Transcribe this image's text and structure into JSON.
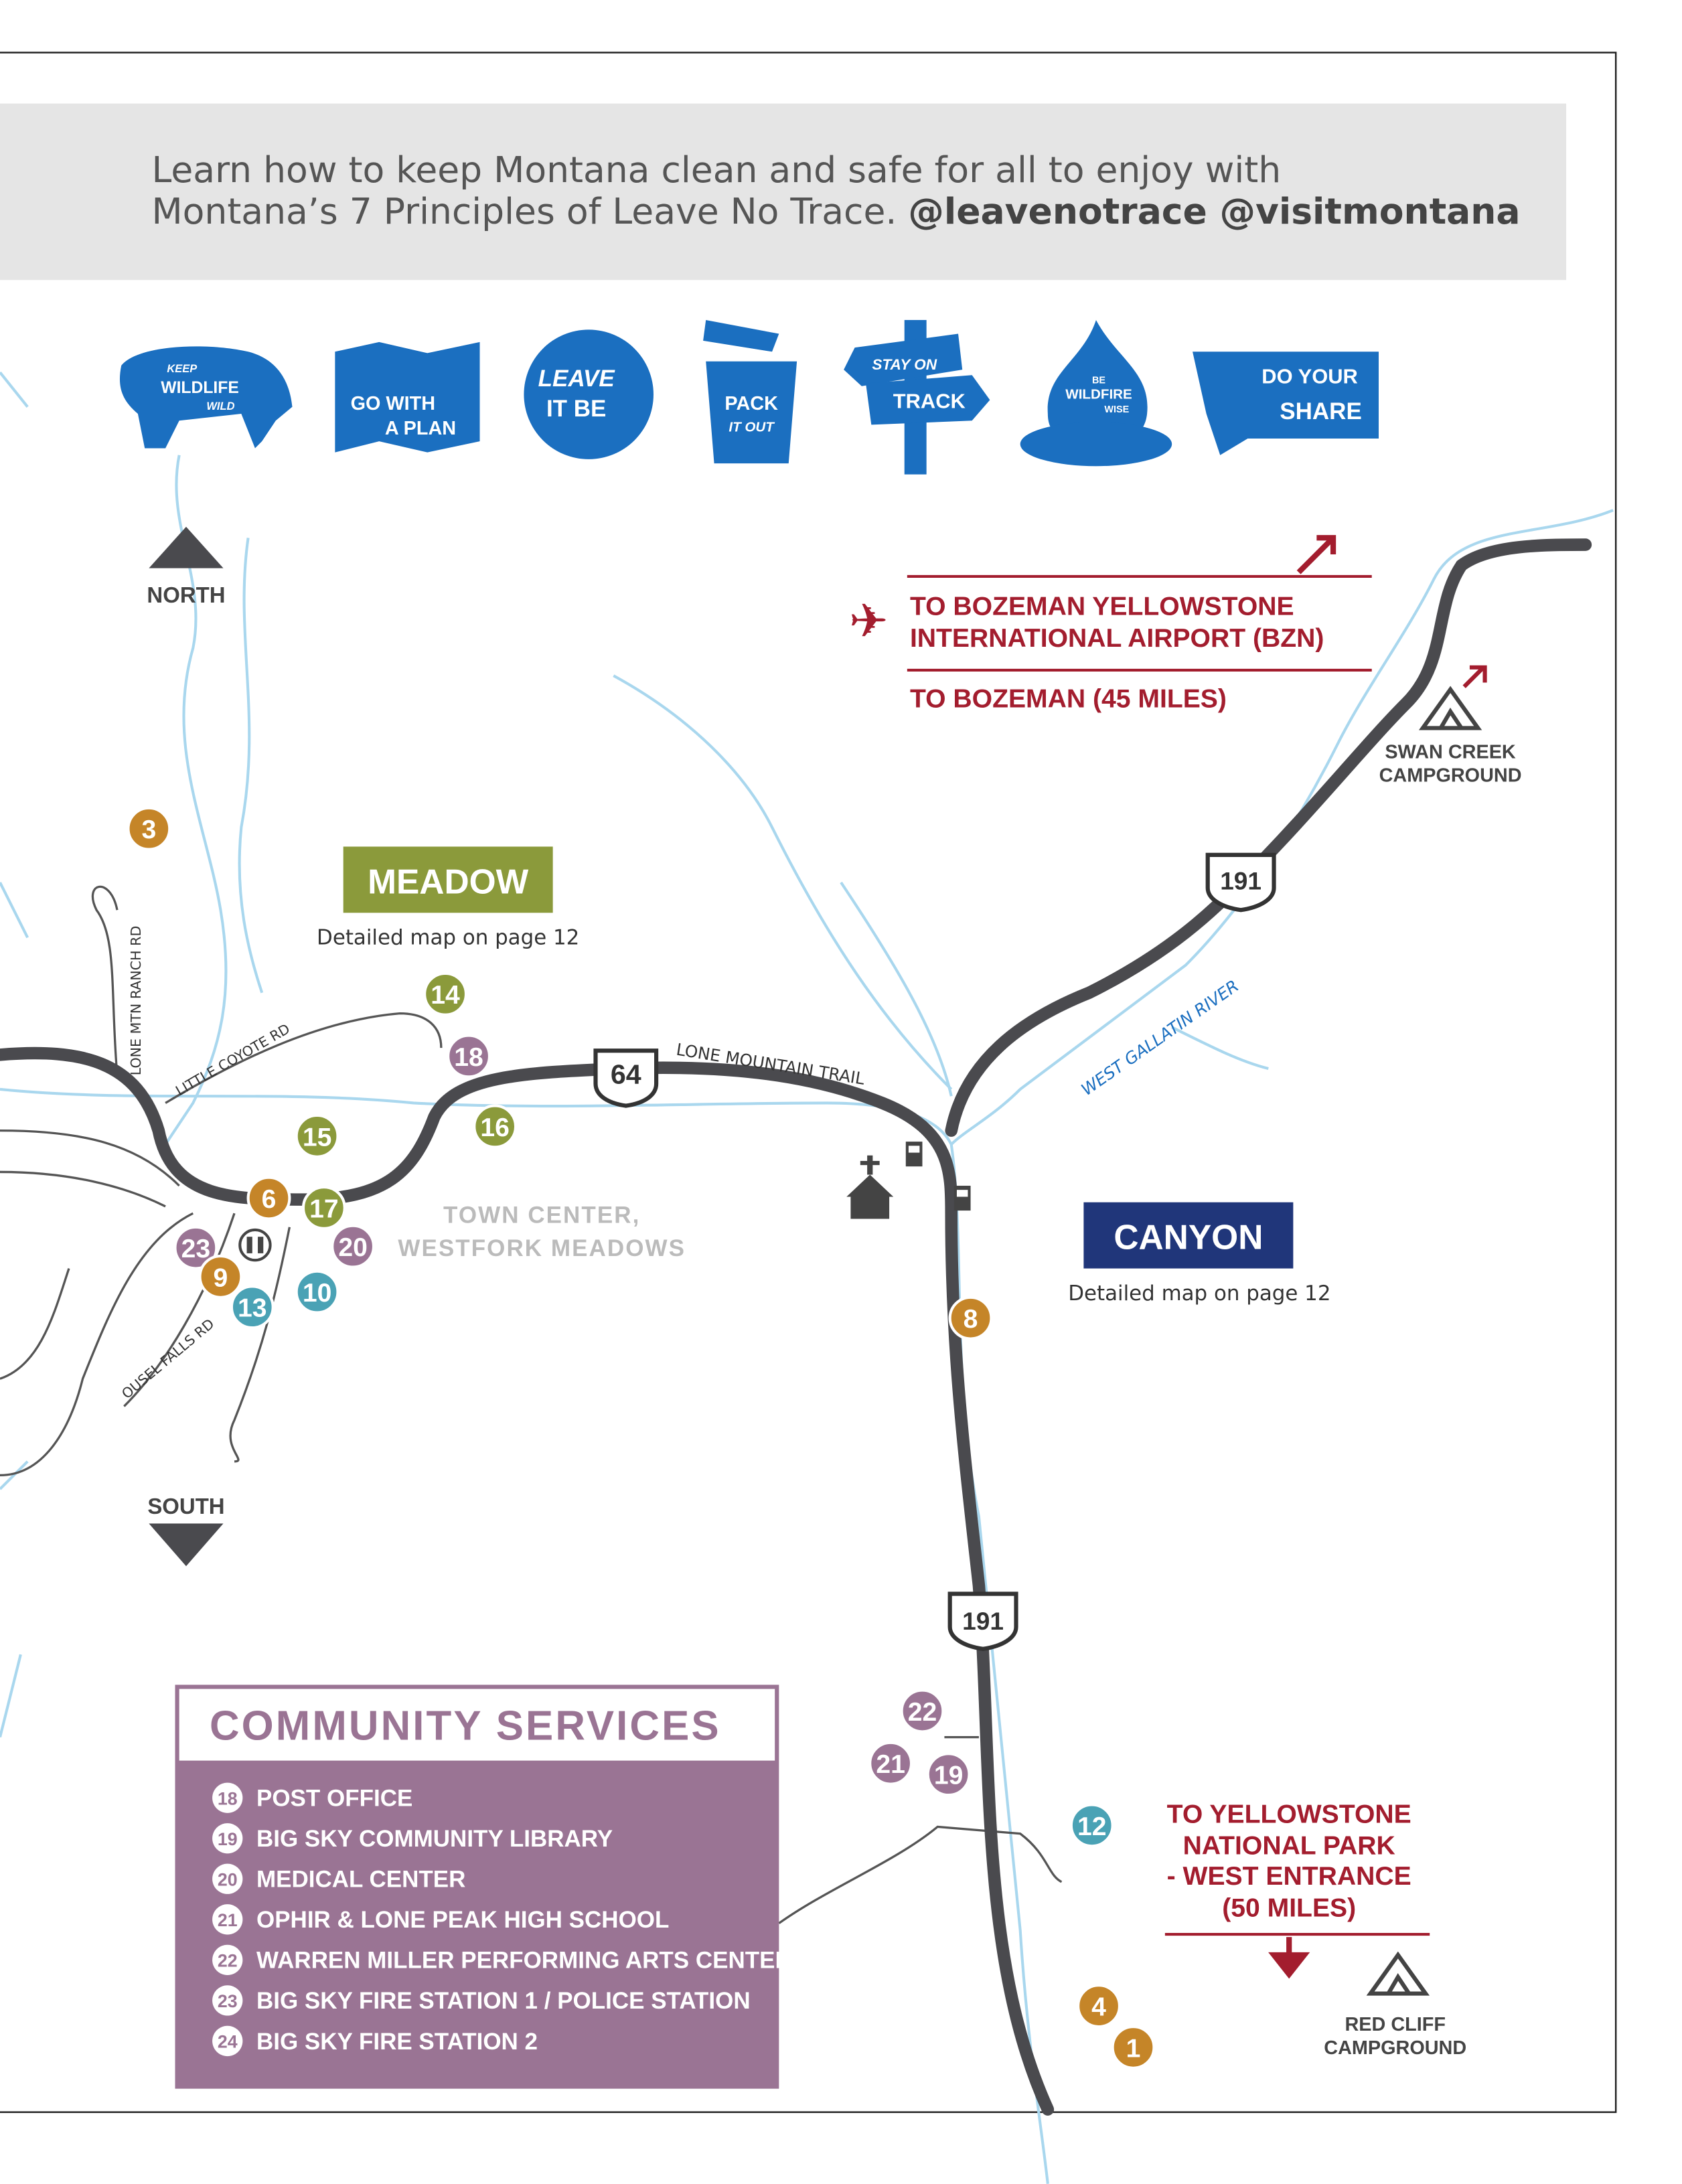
{
  "banner": {
    "line1": "Learn how to keep Montana clean and safe for all to enjoy with",
    "line2": "Montana’s 7 Principles of Leave No Trace.",
    "handles": "@leavenotrace @visitmontana"
  },
  "principles": [
    {
      "icon": "bison-icon",
      "line1": "KEEP",
      "line2": "WILDLIFE",
      "line3": "WILD"
    },
    {
      "icon": "map-icon",
      "line1": "GO WITH",
      "line2": "A PLAN"
    },
    {
      "icon": "circle-icon",
      "line1": "LEAVE",
      "line2": "IT BE"
    },
    {
      "icon": "trash-can-icon",
      "line1": "PACK",
      "line2": "IT OUT"
    },
    {
      "icon": "signpost-icon",
      "line1": "STAY ON",
      "line2": "TRACK"
    },
    {
      "icon": "campfire-icon",
      "line1": "BE",
      "line2": "WILDFIRE",
      "line3": "WISE"
    },
    {
      "icon": "montana-icon",
      "line1": "DO YOUR",
      "line2": "SHARE"
    }
  ],
  "compass": {
    "north": "NORTH",
    "south": "SOUTH"
  },
  "destinations": {
    "airport_line1": "TO BOZEMAN YELLOWSTONE",
    "airport_line2": "INTERNATIONAL AIRPORT (BZN)",
    "bozeman": "TO BOZEMAN (45 MILES)",
    "yellowstone_line1": "TO YELLOWSTONE",
    "yellowstone_line2": "NATIONAL PARK",
    "yellowstone_line3": "- WEST ENTRANCE",
    "yellowstone_line4": "(50 MILES)"
  },
  "campgrounds": {
    "swan_line1": "SWAN CREEK",
    "swan_line2": "CAMPGROUND",
    "red_line1": "RED CLIFF",
    "red_line2": "CAMPGROUND"
  },
  "areas": {
    "meadow": "MEADOW",
    "meadow_note": "Detailed map on page 12",
    "canyon": "CANYON",
    "canyon_note": "Detailed map on page 12",
    "town_line1": "TOWN CENTER,",
    "town_line2": "WESTFORK MEADOWS"
  },
  "roads": {
    "hwy64": "64",
    "hwy191_top": "191",
    "hwy191_bottom": "191",
    "lone_mountain_trail": "LONE MOUNTAIN TRAIL",
    "little_coyote": "LITTLE COYOTE RD",
    "lone_mtn_ranch": "LONE MTN RANCH RD",
    "ousel_falls": "OUSEL FALLS RD",
    "river": "WEST GALLATIN RIVER"
  },
  "markers": [
    {
      "n": "3",
      "cat": "orange"
    },
    {
      "n": "14",
      "cat": "green"
    },
    {
      "n": "18",
      "cat": "purple"
    },
    {
      "n": "16",
      "cat": "green"
    },
    {
      "n": "15",
      "cat": "green"
    },
    {
      "n": "6",
      "cat": "orange"
    },
    {
      "n": "17",
      "cat": "green"
    },
    {
      "n": "20",
      "cat": "purple"
    },
    {
      "n": "23",
      "cat": "purple"
    },
    {
      "n": "9",
      "cat": "orange"
    },
    {
      "n": "13",
      "cat": "teal"
    },
    {
      "n": "10",
      "cat": "teal"
    },
    {
      "n": "8",
      "cat": "orange"
    },
    {
      "n": "22",
      "cat": "purple"
    },
    {
      "n": "21",
      "cat": "purple"
    },
    {
      "n": "19",
      "cat": "purple"
    },
    {
      "n": "12",
      "cat": "teal"
    },
    {
      "n": "4",
      "cat": "orange"
    },
    {
      "n": "1",
      "cat": "orange"
    }
  ],
  "community_services": {
    "title": "COMMUNITY SERVICES",
    "items": [
      {
        "n": "18",
        "label": "POST OFFICE"
      },
      {
        "n": "19",
        "label": "BIG SKY COMMUNITY LIBRARY"
      },
      {
        "n": "20",
        "label": "MEDICAL CENTER"
      },
      {
        "n": "21",
        "label": "OPHIR & LONE PEAK HIGH SCHOOL"
      },
      {
        "n": "22",
        "label": "WARREN MILLER PERFORMING ARTS CENTER"
      },
      {
        "n": "23",
        "label": "BIG SKY FIRE STATION 1 / POLICE STATION"
      },
      {
        "n": "24",
        "label": "BIG SKY FIRE STATION 2"
      }
    ]
  },
  "colors": {
    "orange": "#c58528",
    "green": "#8b9a3b",
    "purple": "#9a7494",
    "teal": "#4aa2b5",
    "red": "#a31d2e",
    "blue": "#1b6fc0",
    "navy": "#20367a",
    "road": "#4a4a4e",
    "river": "#a9d7ee"
  }
}
